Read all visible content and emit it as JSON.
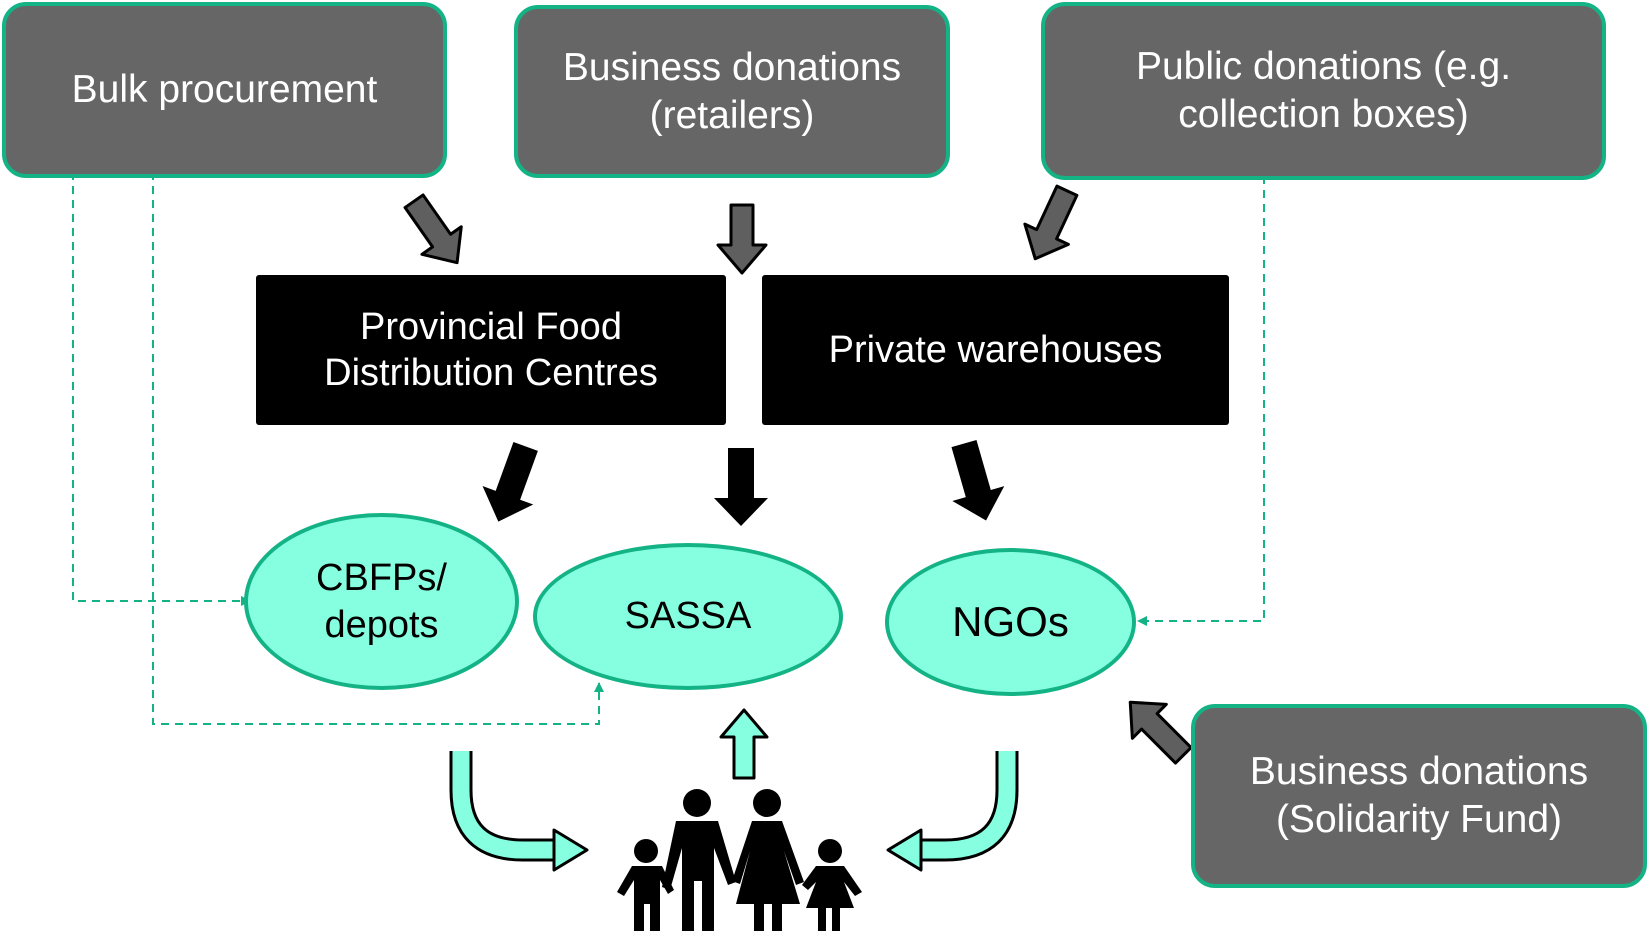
{
  "sources": {
    "bulk_procurement": "Bulk procurement",
    "business_retailers": "Business donations\n(retailers)",
    "public_donations": "Public donations (e.g.\ncollection boxes)",
    "business_solidarity": "Business donations\n(Solidarity Fund)"
  },
  "centres": {
    "provincial": "Provincial Food\nDistribution Centres",
    "private": "Private warehouses"
  },
  "destinations": {
    "cbfps": "CBFPs/\ndepots",
    "sassa": "SASSA",
    "ngos": "NGOs"
  },
  "icons": {
    "family": "family-icon",
    "gray_arrow": "gray-arrow-icon",
    "black_arrow": "black-arrow-icon",
    "teal_arrow": "teal-arrow-icon"
  },
  "colors": {
    "source_fill": "#666666",
    "green_border": "#14b386",
    "dest_fill": "#86ffe0",
    "centre_fill": "#000000",
    "dashed_line": "#14b386"
  }
}
